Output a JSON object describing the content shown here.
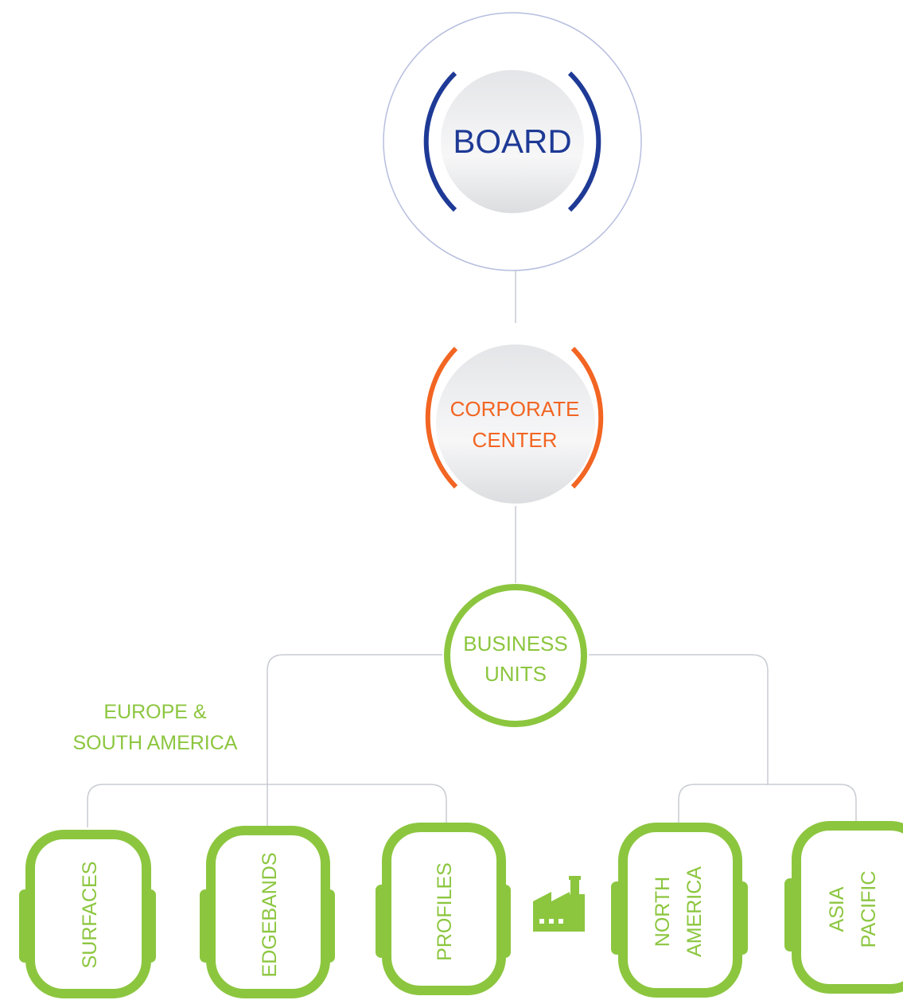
{
  "nodes": {
    "board": {
      "label": "BOARD"
    },
    "corporate": {
      "line1": "CORPORATE",
      "line2": "CENTER"
    },
    "business": {
      "line1": "BUSINESS",
      "line2": "UNITS"
    }
  },
  "region": {
    "line1": "EUROPE &",
    "line2": "SOUTH AMERICA"
  },
  "units": [
    {
      "line1": "SURFACES"
    },
    {
      "line1": "EDGEBANDS"
    },
    {
      "line1": "PROFILES"
    },
    {
      "line1": "NORTH",
      "line2": "AMERICA"
    },
    {
      "line1": "ASIA",
      "line2": "PACIFIC"
    }
  ],
  "icons": {
    "factory": "factory-icon"
  },
  "colors": {
    "board": "#1e3a96",
    "corporate": "#f26522",
    "green": "#8cc63f",
    "line": "#c8cbd2",
    "outer_ring": "#b7bedf"
  }
}
